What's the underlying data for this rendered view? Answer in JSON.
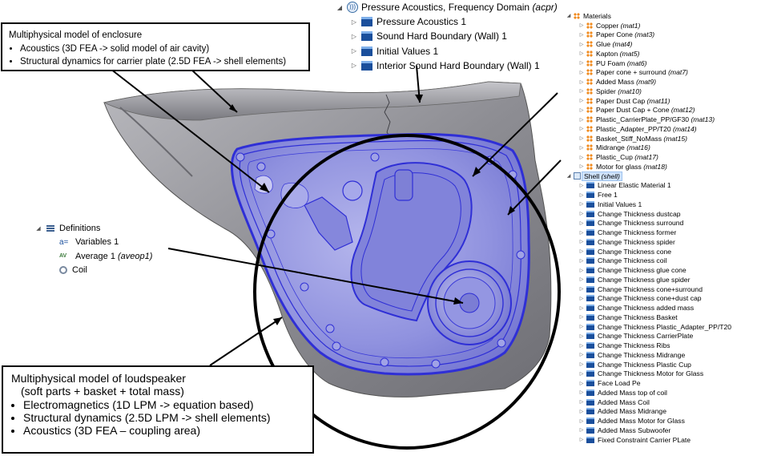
{
  "enclosure_callout": {
    "title": "Multiphysical model of enclosure",
    "items": [
      "Acoustics (3D FEA -> solid model of air cavity)",
      "Structural dynamics for carrier plate (2.5D FEA -> shell elements)"
    ]
  },
  "loudspeaker_callout": {
    "title": "Multiphysical model of loudspeaker",
    "subtitle": "(soft parts + basket + total mass)",
    "items": [
      "Electromagnetics (1D LPM -> equation based)",
      "Structural dynamics (2.5D LPM -> shell elements)",
      "Acoustics (3D FEA – coupling area)"
    ]
  },
  "acoustics_tree": {
    "root": {
      "label": "Pressure Acoustics, Frequency Domain",
      "tag": "(acpr)",
      "icon": "acoustics-physics-icon"
    },
    "children": [
      {
        "label": "Pressure Acoustics 1",
        "icon": "feature-icon"
      },
      {
        "label": "Sound Hard Boundary (Wall) 1",
        "icon": "feature-icon"
      },
      {
        "label": "Initial Values 1",
        "icon": "feature-icon"
      },
      {
        "label": "Interior Sound Hard Boundary (Wall) 1",
        "icon": "feature-icon"
      }
    ]
  },
  "materials_tree": {
    "root": {
      "label": "Materials",
      "icon": "materials-icon"
    },
    "items": [
      {
        "label": "Copper",
        "tag": "(mat1)"
      },
      {
        "label": "Paper Cone",
        "tag": "(mat3)"
      },
      {
        "label": "Glue",
        "tag": "(mat4)"
      },
      {
        "label": "Kapton",
        "tag": "(mat5)"
      },
      {
        "label": "PU Foam",
        "tag": "(mat6)"
      },
      {
        "label": "Paper cone + surround",
        "tag": "(mat7)"
      },
      {
        "label": "Added Mass",
        "tag": "(mat9)"
      },
      {
        "label": "Spider",
        "tag": "(mat10)"
      },
      {
        "label": "Paper Dust Cap",
        "tag": "(mat11)"
      },
      {
        "label": "Paper Dust Cap + Cone",
        "tag": "(mat12)"
      },
      {
        "label": "Plastic_CarrierPlate_PP/GF30",
        "tag": "(mat13)"
      },
      {
        "label": "Plastic_Adapter_PP/T20",
        "tag": "(mat14)"
      },
      {
        "label": "Basket_Stiff_NoMass",
        "tag": "(mat15)"
      },
      {
        "label": "Midrange",
        "tag": "(mat16)"
      },
      {
        "label": "Plastic_Cup",
        "tag": "(mat17)"
      },
      {
        "label": "Motor for glass",
        "tag": "(mat18)"
      }
    ]
  },
  "shell_tree": {
    "root": {
      "label": "Shell",
      "tag": "(shell)",
      "icon": "shell-physics-icon"
    },
    "items": [
      "Linear Elastic Material 1",
      "Free 1",
      "Initial Values 1",
      "Change Thickness dustcap",
      "Change Thickness surround",
      "Change Thickness former",
      "Change Thickness spider",
      "Change Thickness cone",
      "Change Thickness coil",
      "Change Thickness glue cone",
      "Change Thickness glue spider",
      "Change Thickness cone+surround",
      "Change Thickness cone+dust cap",
      "Change Thickness added mass",
      "Change Thickness Basket",
      "Change Thickness Plastic_Adapter_PP/T20",
      "Change Thickness CarrierPlate",
      "Change Thickness Ribs",
      "Change Thickness Midrange",
      "Change Thickness Plastic Cup",
      "Change Thickness Motor for Glass",
      "Face Load Pe",
      "Added Mass top of coil",
      "Added Mass Coil",
      "Added Mass Midrange",
      "Added Mass Motor for Glass",
      "Added Mass Subwoofer",
      "Fixed Constraint Carrier PLate"
    ]
  },
  "definitions_tree": {
    "root": {
      "label": "Definitions",
      "icon": "definitions-icon"
    },
    "items": [
      {
        "label": "Variables 1",
        "tag": "",
        "icon": "variables-icon",
        "glyph": "a="
      },
      {
        "label": "Average 1",
        "tag": "(aveop1)",
        "icon": "average-operator-icon",
        "glyph": "AV"
      },
      {
        "label": "Coil",
        "tag": "",
        "icon": "coil-icon",
        "glyph": ""
      }
    ]
  },
  "colors": {
    "mesh_blue": "#2f2fd6",
    "mesh_fill": "#8e90e8",
    "door_gray": "#9a9aa0",
    "callout_border": "#000000",
    "tree_icon_blue": "#1a4f9c",
    "materials_orange": "#f08a1c"
  }
}
